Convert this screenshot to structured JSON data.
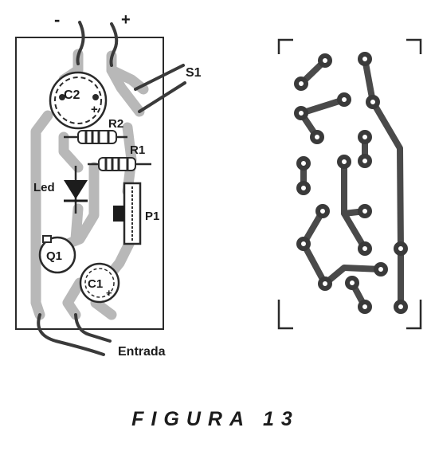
{
  "figure": {
    "caption": "FIGURA 13",
    "left_board": {
      "terminals": {
        "minus": "-",
        "plus": "+"
      },
      "labels": {
        "s1": "S1",
        "c2": "C2",
        "c2_polarity": "+",
        "r2": "R2",
        "r1": "R1",
        "led": "Led",
        "p1": "P1",
        "q1": "Q1",
        "c1": "C1",
        "c1_polarity": "+",
        "entrada": "Entrada"
      }
    }
  }
}
